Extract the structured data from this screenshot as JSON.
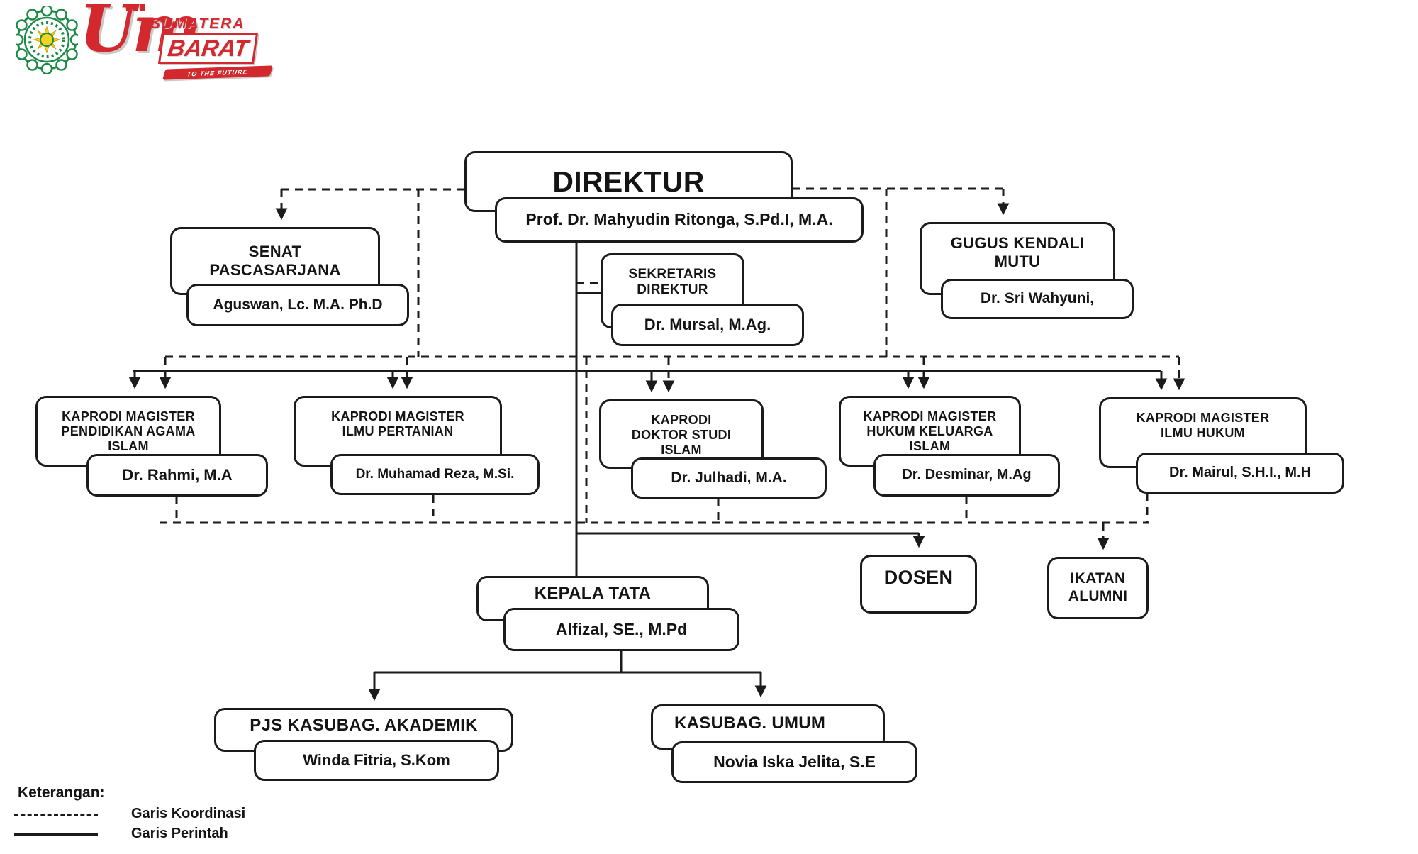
{
  "logos": {
    "um_script": "Um",
    "region_top": "SUMATERA",
    "region_main": "BARAT",
    "tagline": "TO THE FUTURE"
  },
  "nodes": {
    "direktur": {
      "title": "DIREKTUR",
      "name": "Prof. Dr. Mahyudin Ritonga, S.Pd.I, M.A."
    },
    "senat": {
      "title": "SENAT PASCASARJANA",
      "name": "Aguswan, Lc. M.A. Ph.D"
    },
    "sekretaris": {
      "title": "SEKRETARIS DIREKTUR",
      "name": "Dr. Mursal, M.Ag."
    },
    "gugus": {
      "title": "GUGUS KENDALI MUTU",
      "name": "Dr. Sri Wahyuni,"
    },
    "kaprodi_pai": {
      "title": "KAPRODI MAGISTER PENDIDIKAN AGAMA ISLAM",
      "name": "Dr. Rahmi, M.A"
    },
    "kaprodi_pertanian": {
      "title": "KAPRODI MAGISTER ILMU PERTANIAN",
      "name": "Dr. Muhamad Reza, M.Si."
    },
    "kaprodi_doktor": {
      "title": "KAPRODI DOKTOR STUDI ISLAM",
      "name": "Dr. Julhadi, M.A."
    },
    "kaprodi_hki": {
      "title": "KAPRODI MAGISTER HUKUM KELUARGA ISLAM",
      "name": "Dr. Desminar, M.Ag"
    },
    "kaprodi_hukum": {
      "title": "KAPRODI MAGISTER ILMU HUKUM",
      "name": "Dr. Mairul, S.H.I., M.H"
    },
    "dosen": {
      "title": "DOSEN"
    },
    "ikatan_alumni": {
      "title": "IKATAN ALUMNI"
    },
    "kepala_tata": {
      "title": "KEPALA TATA",
      "name": "Alfizal, SE., M.Pd"
    },
    "kasubag_akademik": {
      "title": "PJS KASUBAG. AKADEMIK",
      "name": "Winda Fitria, S.Kom"
    },
    "kasubag_umum": {
      "title": "KASUBAG. UMUM",
      "name": "Novia Iska Jelita, S.E"
    }
  },
  "legend": {
    "heading": "Keterangan:",
    "coordination": "Garis Koordinasi",
    "command": "Garis Perintah"
  },
  "colors": {
    "line": "#1b1b1b",
    "logo_red": "#d2282e",
    "logo_green": "#1d8a46",
    "logo_yellow": "#f5d31f"
  }
}
